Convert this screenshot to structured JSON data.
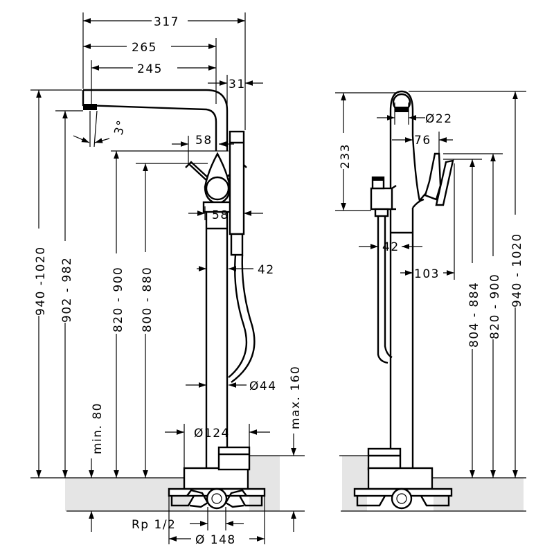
{
  "side_view": {
    "dim_317": "317",
    "dim_265": "265",
    "dim_245": "245",
    "dim_31": "31",
    "dim_angle": "3°",
    "dim_58_top": "58",
    "dim_58_mid": "58",
    "dim_42": "42",
    "dim_d44": "Ø44",
    "dim_d124": "Ø124",
    "dim_d148": "Ø 148",
    "dim_rp": "Rp 1/2",
    "dim_940_1020": "940 -1020",
    "dim_902_982": "902 - 982",
    "dim_820_900": "820 - 900",
    "dim_800_880": "800 - 880",
    "dim_min80": "min. 80",
    "dim_max160": "max. 160"
  },
  "front_view": {
    "dim_d22": "Ø22",
    "dim_76": "76",
    "dim_233": "233",
    "dim_42": "42",
    "dim_103": "103",
    "dim_804_884": "804 - 884",
    "dim_820_900": "820 - 900",
    "dim_940_1020": "940 - 1020"
  }
}
